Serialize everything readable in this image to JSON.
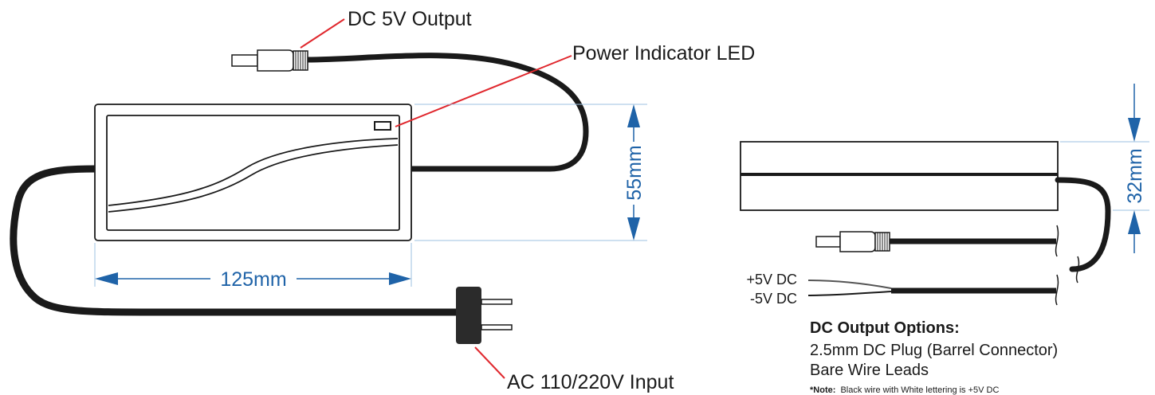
{
  "labels": {
    "dc_output": "DC 5V Output",
    "power_led": "Power Indicator LED",
    "ac_input": "AC 110/220V Input",
    "width_dim": "125mm",
    "height_dim": "55mm",
    "depth_dim": "32mm",
    "plus_wire": "+5V DC",
    "minus_wire": "-5V DC"
  },
  "options": {
    "heading": "DC Output Options:",
    "item1": "2.5mm DC Plug (Barrel Connector)",
    "item2": "Bare Wire Leads",
    "note_prefix": "*Note:",
    "note_text": "Black wire with White lettering is +5V DC"
  },
  "colors": {
    "cable": "#1a1a1a",
    "dimension": "#1f63a8",
    "leader": "#e0282e"
  }
}
